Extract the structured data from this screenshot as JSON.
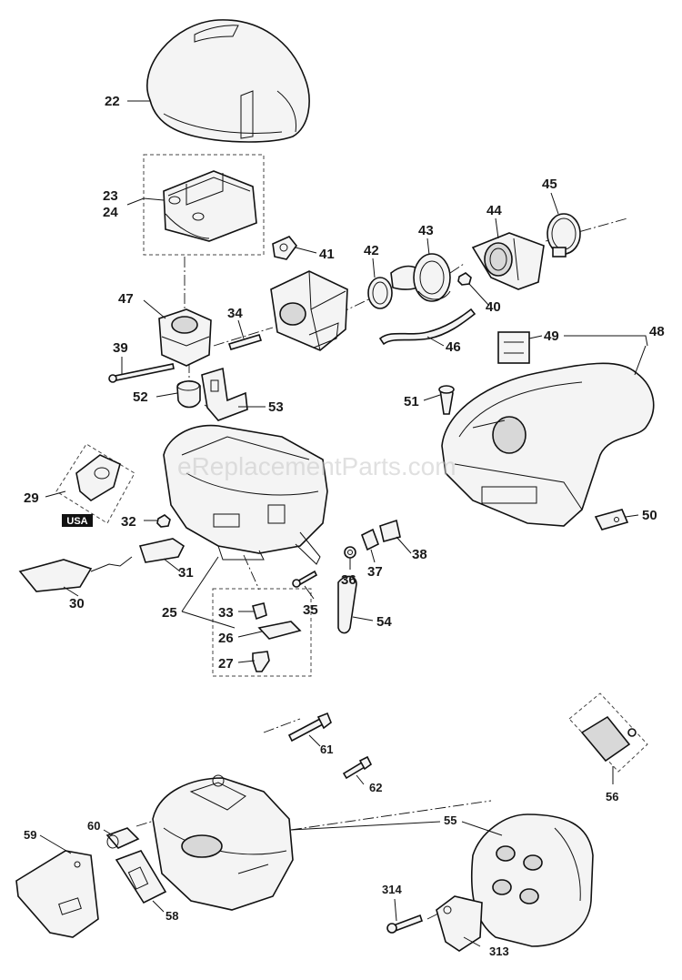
{
  "watermark": "eReplacementParts.com",
  "badge": "USA",
  "callouts": {
    "c22": "22",
    "c23": "23",
    "c24": "24",
    "c25": "25",
    "c26": "26",
    "c27": "27",
    "c29": "29",
    "c30": "30",
    "c31": "31",
    "c32": "32",
    "c33": "33",
    "c34": "34",
    "c35": "35",
    "c36": "36",
    "c37": "37",
    "c38": "38",
    "c39": "39",
    "c40": "40",
    "c41": "41",
    "c42": "42",
    "c43": "43",
    "c44": "44",
    "c45": "45",
    "c46": "46",
    "c47": "47",
    "c48": "48",
    "c49": "49",
    "c50": "50",
    "c51": "51",
    "c52": "52",
    "c53": "53",
    "c54": "54",
    "c55": "55",
    "c56": "56",
    "c58": "58",
    "c59": "59",
    "c60": "60",
    "c61": "61",
    "c62": "62",
    "c313": "313",
    "c314": "314"
  }
}
